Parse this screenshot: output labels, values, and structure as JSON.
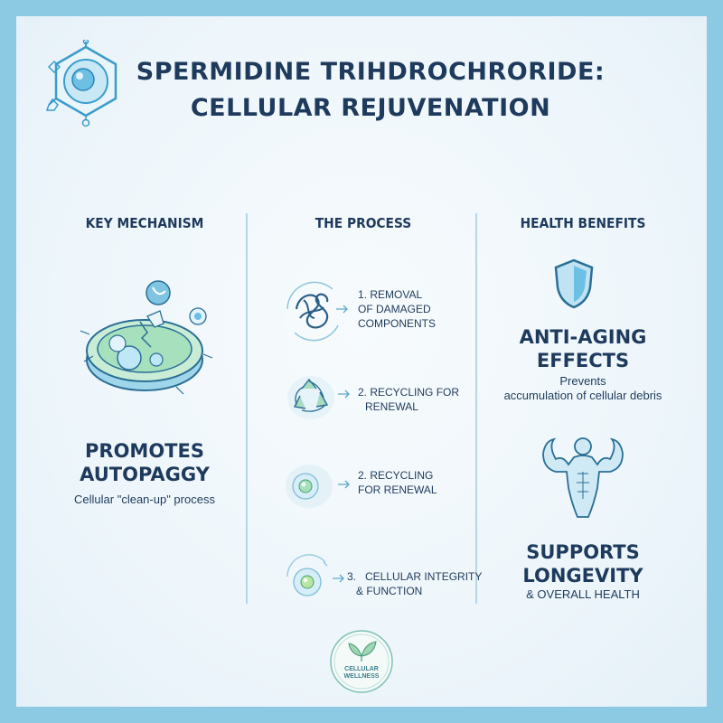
{
  "title": {
    "line1": "SPERMIDINE TRIHDROCHRORIDE:",
    "line2": "CELLULAR REJUVENATION"
  },
  "columns": {
    "mechanism": {
      "heading": "KEY MECHANISM",
      "headline_line1": "PROMOTES",
      "headline_line2": "AUTOPAGGY",
      "caption": "Cellular \"clean-up\" process",
      "icon": "cell-autophagy-icon"
    },
    "process": {
      "heading": "THE PROCESS",
      "steps": [
        {
          "line1": "1. REMOVAL",
          "line2": "OF DAMAGED",
          "line3": "COMPONENTS",
          "icon": "tangled-proteins-icon"
        },
        {
          "line1": "2. RECYCLING FOR",
          "line2": "RENEWAL",
          "icon": "recycle-icon"
        },
        {
          "line1": "2. RECYCLING",
          "line2": "FOR RENEWAL",
          "icon": "healthy-cell-icon"
        },
        {
          "line1": "3.   CELLULAR INTEGRITY",
          "line2": "& FUNCTION",
          "icon": "cell-integrity-icon"
        }
      ]
    },
    "benefits": {
      "heading": "HEALTH BENEFITS",
      "benefit1": {
        "title_line1": "ANTI-AGING",
        "title_line2": "EFFECTS",
        "caption_line1": "Prevents",
        "caption_line2": "accumulation of cellular debris",
        "icon": "shield-icon"
      },
      "benefit2": {
        "title_line1": "SUPPORTS",
        "title_line2": "LONGEVITY",
        "caption": "& OVERALL HEALTH",
        "icon": "strong-body-icon"
      }
    }
  },
  "footer_logo": {
    "line1": "CELLULAR",
    "line2": "WELLNESS",
    "icon": "leaf-icon"
  },
  "colors": {
    "border": "#8cc9e3",
    "text": "#1e3a5c",
    "accent": "#5ab4d6",
    "green": "#8fd9a8"
  }
}
